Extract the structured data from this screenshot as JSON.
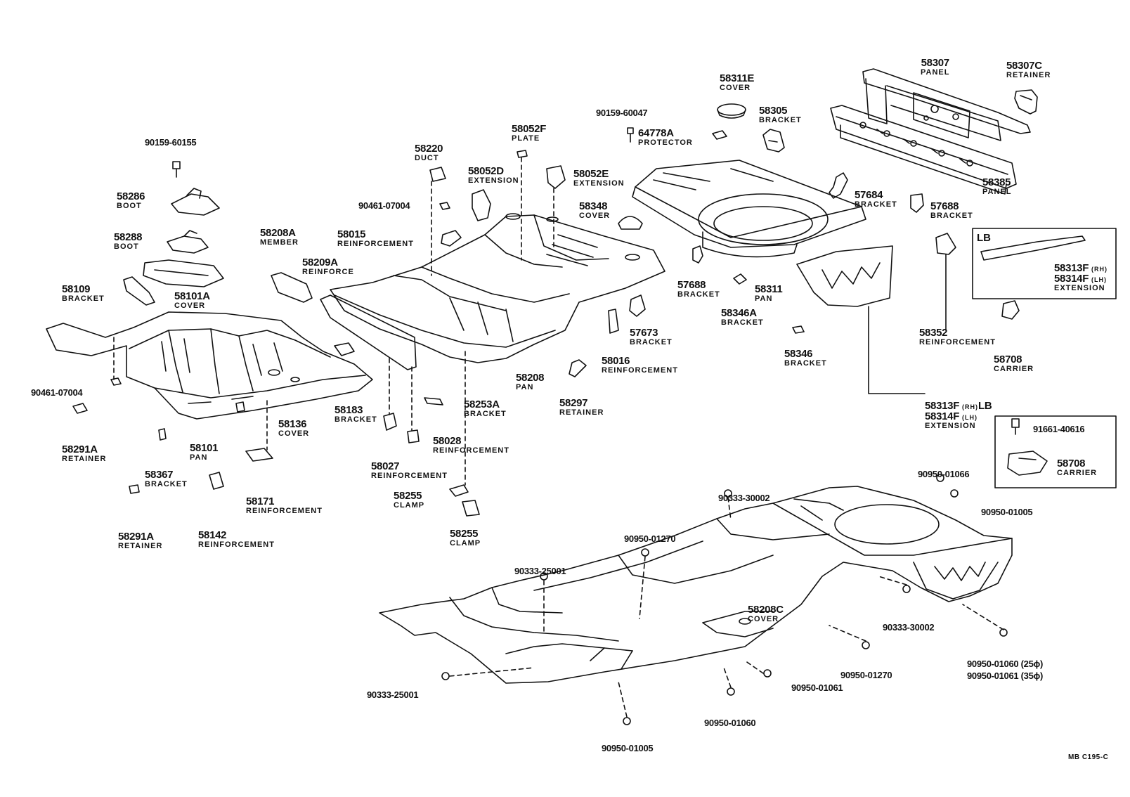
{
  "callouts": {
    "c58307": {
      "pn": "58307",
      "name": "PANEL"
    },
    "c58307C": {
      "pn": "58307C",
      "name": "RETAINER"
    },
    "c58311E": {
      "pn": "58311E",
      "name": "COVER"
    },
    "c58305": {
      "pn": "58305",
      "name": "BRACKET"
    },
    "c90159_60047": {
      "pn": "90159-60047"
    },
    "c64778A": {
      "pn": "64778A",
      "name": "PROTECTOR"
    },
    "c58385": {
      "pn": "58385",
      "name": "PANEL"
    },
    "c58052F": {
      "pn": "58052F",
      "name": "PLATE"
    },
    "c58220": {
      "pn": "58220",
      "name": "DUCT"
    },
    "c58052D": {
      "pn": "58052D",
      "name": "EXTENSION"
    },
    "c58052E": {
      "pn": "58052E",
      "name": "EXTENSION"
    },
    "c90159_60155": {
      "pn": "90159-60155"
    },
    "c58286": {
      "pn": "58286",
      "name": "BOOT"
    },
    "c90461_07004a": {
      "pn": "90461-07004"
    },
    "c58348": {
      "pn": "58348",
      "name": "COVER"
    },
    "c57684": {
      "pn": "57684",
      "name": "BRACKET"
    },
    "c57688a": {
      "pn": "57688",
      "name": "BRACKET"
    },
    "c58288": {
      "pn": "58288",
      "name": "BOOT"
    },
    "c58208A": {
      "pn": "58208A",
      "name": "MEMBER"
    },
    "c58015": {
      "pn": "58015",
      "name": "REINFORCEMENT"
    },
    "c58209A": {
      "pn": "58209A",
      "name": "REINFORCE"
    },
    "c57688b": {
      "pn": "57688",
      "name": "BRACKET"
    },
    "c58311": {
      "pn": "58311",
      "name": "PAN"
    },
    "c58109": {
      "pn": "58109",
      "name": "BRACKET"
    },
    "c58101A": {
      "pn": "58101A",
      "name": "COVER"
    },
    "c58346A": {
      "pn": "58346A",
      "name": "BRACKET"
    },
    "c57673": {
      "pn": "57673",
      "name": "BRACKET"
    },
    "c58352": {
      "pn": "58352",
      "name": "REINFORCEMENT"
    },
    "c58708a": {
      "pn": "58708",
      "name": "CARRIER"
    },
    "c58016": {
      "pn": "58016",
      "name": "REINFORCEMENT"
    },
    "c58346": {
      "pn": "58346",
      "name": "BRACKET"
    },
    "c58208": {
      "pn": "58208",
      "name": "PAN"
    },
    "c90461_07004b": {
      "pn": "90461-07004"
    },
    "c58183": {
      "pn": "58183",
      "name": "BRACKET"
    },
    "c58297": {
      "pn": "58297",
      "name": "RETAINER"
    },
    "c58253A": {
      "pn": "58253A",
      "name": "BRACKET"
    },
    "c58136": {
      "pn": "58136",
      "name": "COVER"
    },
    "c58291Aa": {
      "pn": "58291A",
      "name": "RETAINER"
    },
    "c58101": {
      "pn": "58101",
      "name": "PAN"
    },
    "c58028": {
      "pn": "58028",
      "name": "REINFORCEMENT"
    },
    "c58027": {
      "pn": "58027",
      "name": "REINFORCEMENT"
    },
    "c58367": {
      "pn": "58367",
      "name": "BRACKET"
    },
    "c58171": {
      "pn": "58171",
      "name": "REINFORCEMENT"
    },
    "c58255a": {
      "pn": "58255",
      "name": "CLAMP"
    },
    "c58291Ab": {
      "pn": "58291A",
      "name": "RETAINER"
    },
    "c58142": {
      "pn": "58142",
      "name": "REINFORCEMENT"
    },
    "c58255b": {
      "pn": "58255",
      "name": "CLAMP"
    },
    "c90950_01066": {
      "pn": "90950-01066"
    },
    "c90333_30002a": {
      "pn": "90333-30002"
    },
    "c90950_01005a": {
      "pn": "90950-01005"
    },
    "c90950_01270a": {
      "pn": "90950-01270"
    },
    "c90333_25001a": {
      "pn": "90333-25001"
    },
    "c58208C": {
      "pn": "58208C",
      "name": "COVER"
    },
    "c90333_30002b": {
      "pn": "90333-30002"
    },
    "c90950_01270b": {
      "pn": "90950-01270"
    },
    "c90950_01060_25": {
      "pn": "90950-01060 (25ϕ)"
    },
    "c90950_01061_35": {
      "pn": "90950-01061 (35ϕ)"
    },
    "c90333_25001b": {
      "pn": "90333-25001"
    },
    "c90950_01061": {
      "pn": "90950-01061"
    },
    "c90950_01060": {
      "pn": "90950-01060"
    },
    "c90950_01005b": {
      "pn": "90950-01005"
    },
    "c91661_40616": {
      "pn": "91661-40616"
    },
    "c58708b": {
      "pn": "58708",
      "name": "CARRIER"
    }
  },
  "lb_box": {
    "label": "LB",
    "rh_pn": "58313F",
    "rh_side": "(RH)",
    "lh_pn": "58314F",
    "lh_side": "(LH)",
    "name": "EXTENSION"
  },
  "lb_ref": {
    "rh_pn": "58313F",
    "rh_side": "(RH)",
    "lb": "LB",
    "lh_pn": "58314F",
    "lh_side": "(LH)",
    "name": "EXTENSION"
  },
  "diagram_code": "MB C195-C"
}
